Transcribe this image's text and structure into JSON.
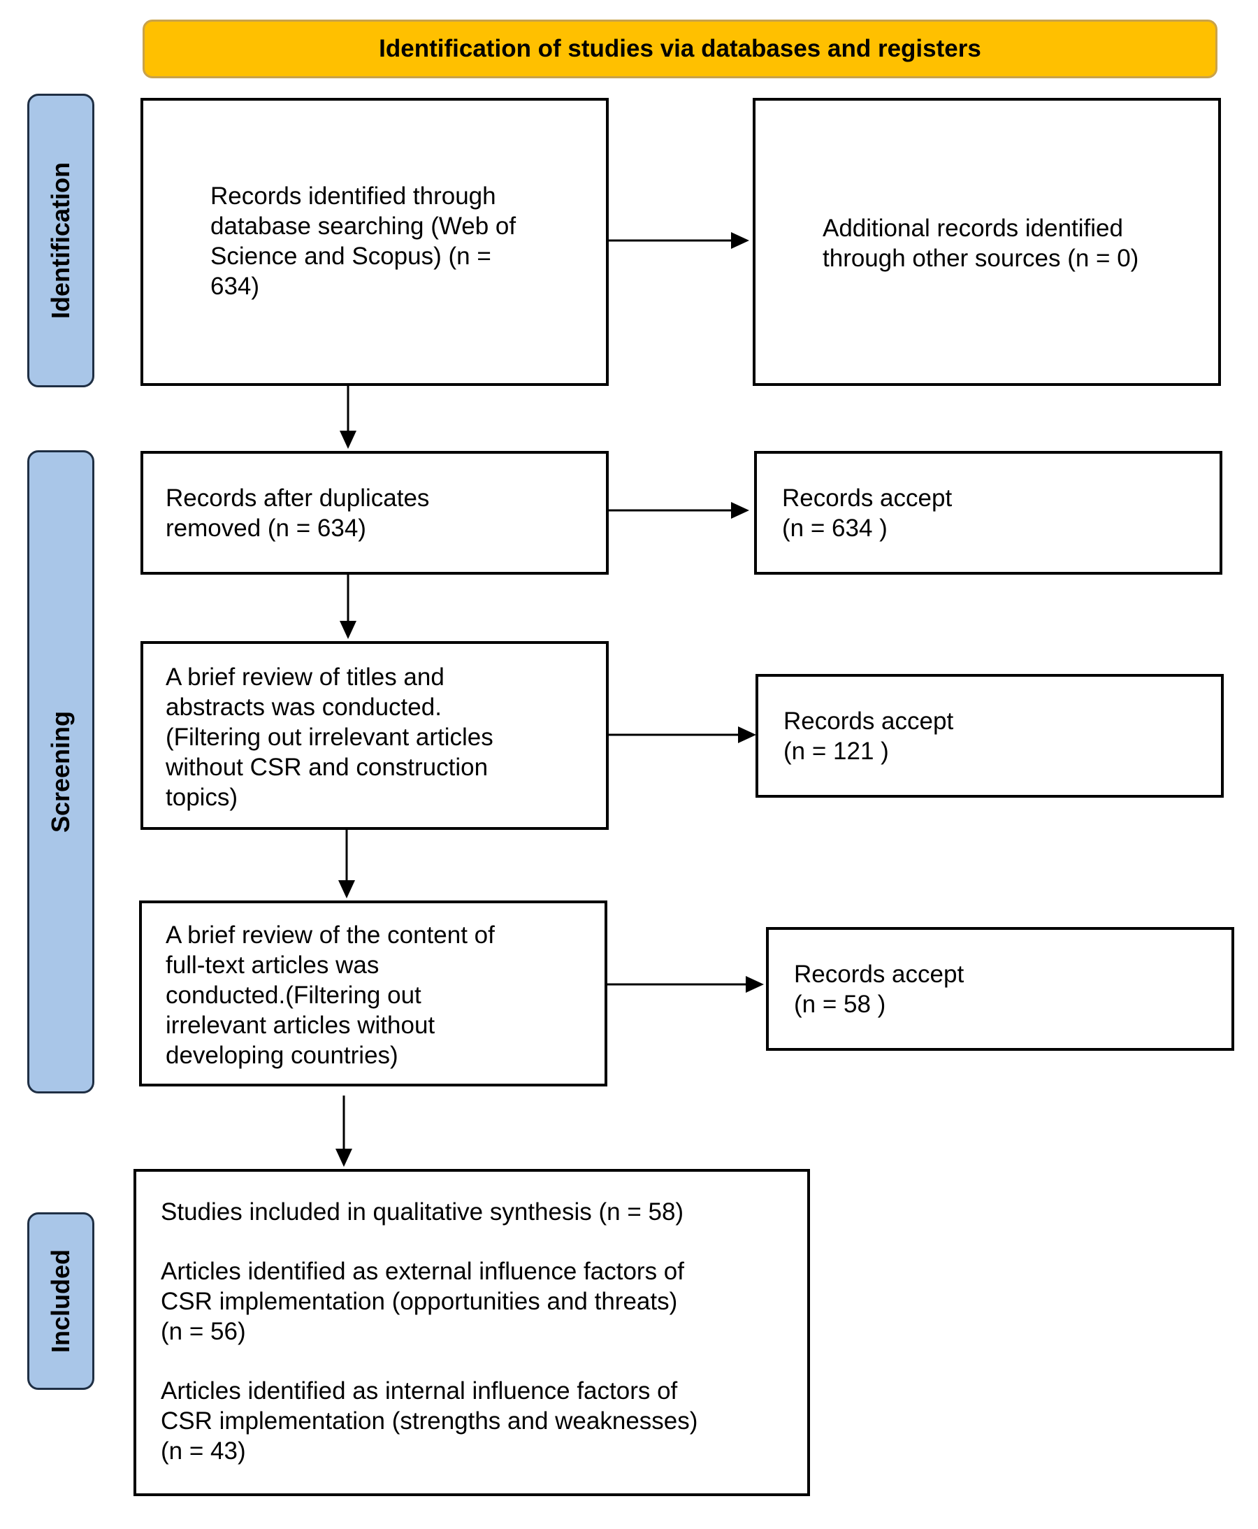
{
  "banner": {
    "title": "Identification of studies via databases and registers"
  },
  "stages": {
    "identification": "Identification",
    "screening": "Screening",
    "included": "Included"
  },
  "boxes": {
    "database_search": [
      "Records identified through",
      "database searching (Web of",
      "Science and Scopus) (n =",
      "634)"
    ],
    "other_sources": [
      "Additional records identified",
      "through other sources (n = 0)"
    ],
    "duplicates_removed": [
      "Records after duplicates",
      "removed (n = 634)"
    ],
    "accept_634": [
      "Records accept",
      "(n = 634 )"
    ],
    "title_abstract_review": [
      "A brief review of titles and",
      "abstracts was conducted.",
      "(Filtering out irrelevant articles",
      "without CSR and construction",
      "topics)"
    ],
    "accept_121": [
      "Records accept",
      "(n = 121 )"
    ],
    "fulltext_review": [
      "A brief review of the content of",
      "full-text articles was",
      "conducted.(Filtering out",
      "irrelevant articles without",
      "developing countries)"
    ],
    "accept_58": [
      "Records accept",
      "(n = 58 )"
    ],
    "included": {
      "qualitative": [
        "Studies included in qualitative synthesis (n = 58)"
      ],
      "external": [
        "Articles identified as external influence factors of",
        "CSR implementation (opportunities and threats)",
        "(n = 56)"
      ],
      "internal": [
        "Articles identified as internal influence factors of",
        "CSR implementation (strengths and weaknesses)",
        "(n = 43)"
      ]
    }
  }
}
